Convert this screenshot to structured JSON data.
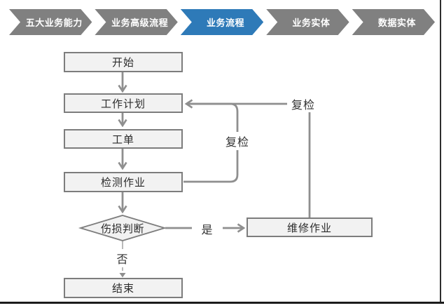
{
  "nav": {
    "active_index": 2,
    "steps": [
      {
        "label": "五大业务能力"
      },
      {
        "label": "业务高级流程"
      },
      {
        "label": "业务流程"
      },
      {
        "label": "业务实体"
      },
      {
        "label": "数据实体"
      }
    ]
  },
  "flowchart": {
    "nodes": {
      "start": {
        "label": "开始",
        "shape": "rect"
      },
      "plan": {
        "label": "工作计划",
        "shape": "rect"
      },
      "order": {
        "label": "工单",
        "shape": "rect"
      },
      "inspect": {
        "label": "检测作业",
        "shape": "rect"
      },
      "decision": {
        "label": "伤损判断",
        "shape": "diamond"
      },
      "repair": {
        "label": "维修作业",
        "shape": "rect"
      },
      "end": {
        "label": "结束",
        "shape": "rect"
      }
    },
    "edges": {
      "yes_label": "是",
      "no_label": "否",
      "recheck_inner_label": "复检",
      "recheck_outer_label": "复检"
    }
  },
  "colors": {
    "step_gray": "#808080",
    "step_active": "#2e7ab8",
    "connector": "#8f8f8f",
    "node_fill": "#f2f2f2",
    "node_border": "#7d7d7d"
  }
}
